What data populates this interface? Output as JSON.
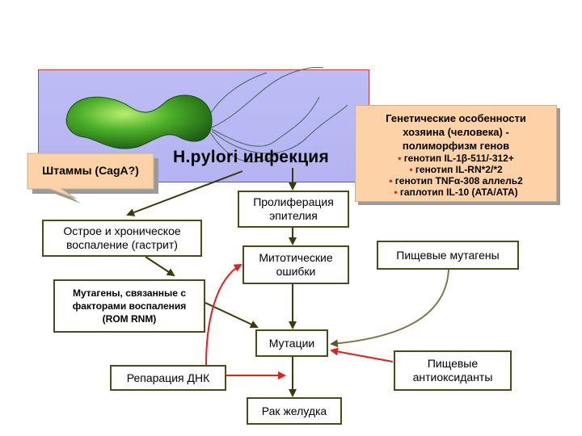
{
  "title": "H.pylori инфекция",
  "strains": "Штаммы (CagA?)",
  "host": {
    "title": "Генетические особенности\nхозяина (человека) -\nполиморфизм генов",
    "items": [
      "генотип IL-1β-511/-312+",
      "генотип IL-RN*2/*2",
      "генотип TNFα-308 аллель2",
      "гаплотип IL-10 (ATA/ATA)"
    ]
  },
  "boxes": {
    "proliferation": "Пролиферация\nэпителия",
    "inflammation": "Острое и хроническое\nвоспаление (гастрит)",
    "mitotic": "Митотические\nошибки",
    "food_mutagens": "Пищевые мутагены",
    "inflammation_mutagens": "Мутагены, связанные с\nфакторами воспаления\n(ROM RNM)",
    "mutations": "Мутации",
    "dna_repair": "Репарация ДНК",
    "antioxidants": "Пищевые\nантиоксиданты",
    "cancer": "Рак желудка"
  },
  "colors": {
    "dark_arrow": "#3a3a0a",
    "red_arrow": "#e02020",
    "olive_arrow": "#7a7a4a",
    "box_border": "#4a4a1a",
    "banner": "#b8b8f4",
    "host_fill": "#fcd2a6"
  },
  "icons": {
    "bacterium": "h-pylori-bacterium-icon"
  }
}
